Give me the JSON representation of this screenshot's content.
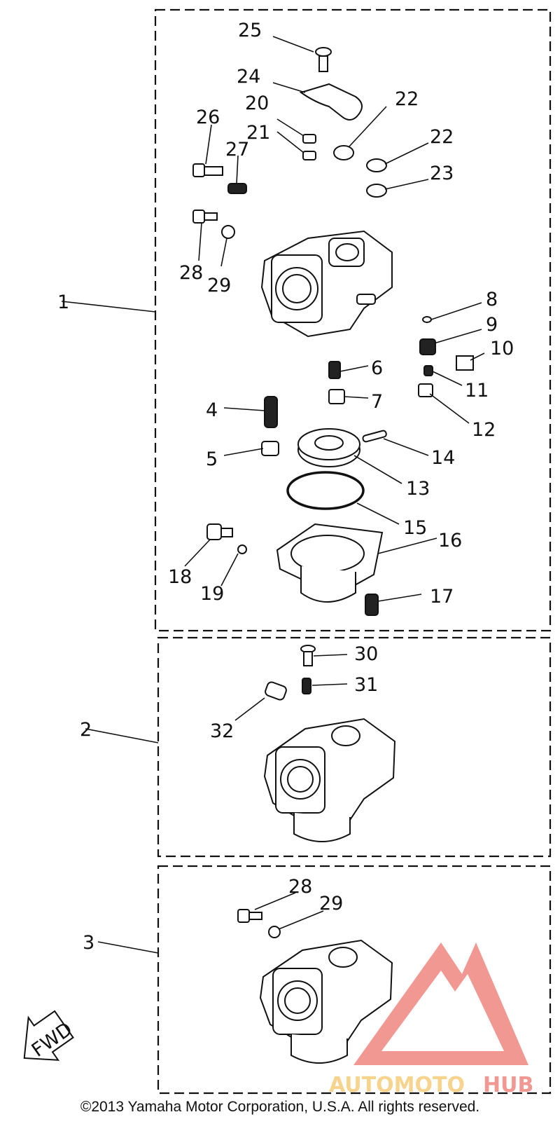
{
  "assemblies": [
    {
      "id": "1"
    },
    {
      "id": "2"
    },
    {
      "id": "3"
    }
  ],
  "callouts": [
    "25",
    "24",
    "20",
    "22",
    "21",
    "22",
    "23",
    "26",
    "27",
    "28",
    "29",
    "8",
    "9",
    "10",
    "6",
    "11",
    "7",
    "12",
    "4",
    "14",
    "5",
    "13",
    "15",
    "16",
    "18",
    "19",
    "17",
    "30",
    "31",
    "32",
    "28",
    "29",
    "1",
    "2",
    "3"
  ],
  "direction_label": "FWD",
  "watermark": {
    "part1": "AUTOMOTO",
    "part2": "HUB",
    "color_red": "#e8453c",
    "color_gold": "#f2b233"
  },
  "copyright": "©2013 Yamaha Motor Corporation, U.S.A. All rights reserved."
}
